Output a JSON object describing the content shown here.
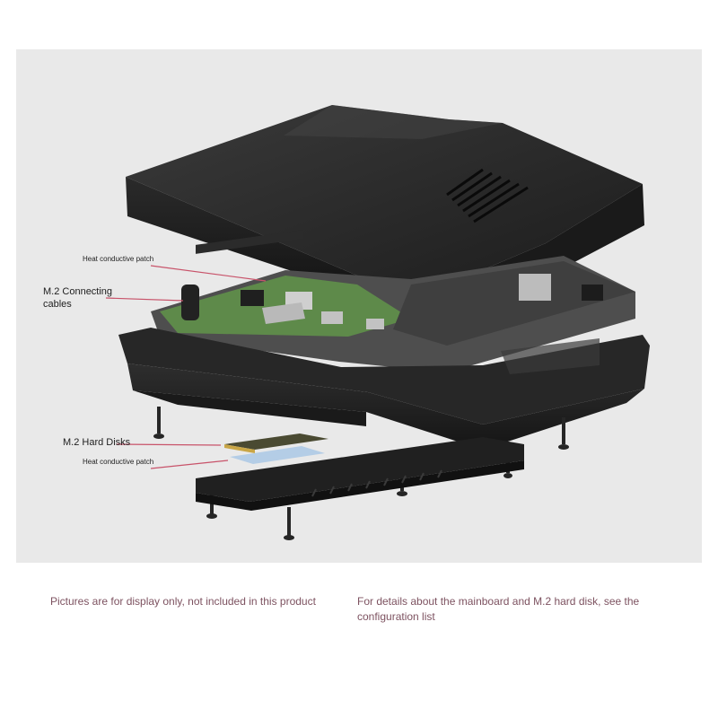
{
  "labels": {
    "heat_patch_top": "Heat conductive patch",
    "m2_cables": "M.2 Connecting cables",
    "m2_disks": "M.2 Hard Disks",
    "heat_patch_bottom": "Heat conductive patch"
  },
  "captions": {
    "left": "Pictures are for display only, not included in this product",
    "right": "For details about the mainboard and M.2 hard disk, see the configuration list"
  },
  "colors": {
    "leader_line": "#c8536a",
    "case_black": "#242424",
    "pcb_green": "#5e8a4a",
    "patch_blue": "#b4cde6"
  }
}
